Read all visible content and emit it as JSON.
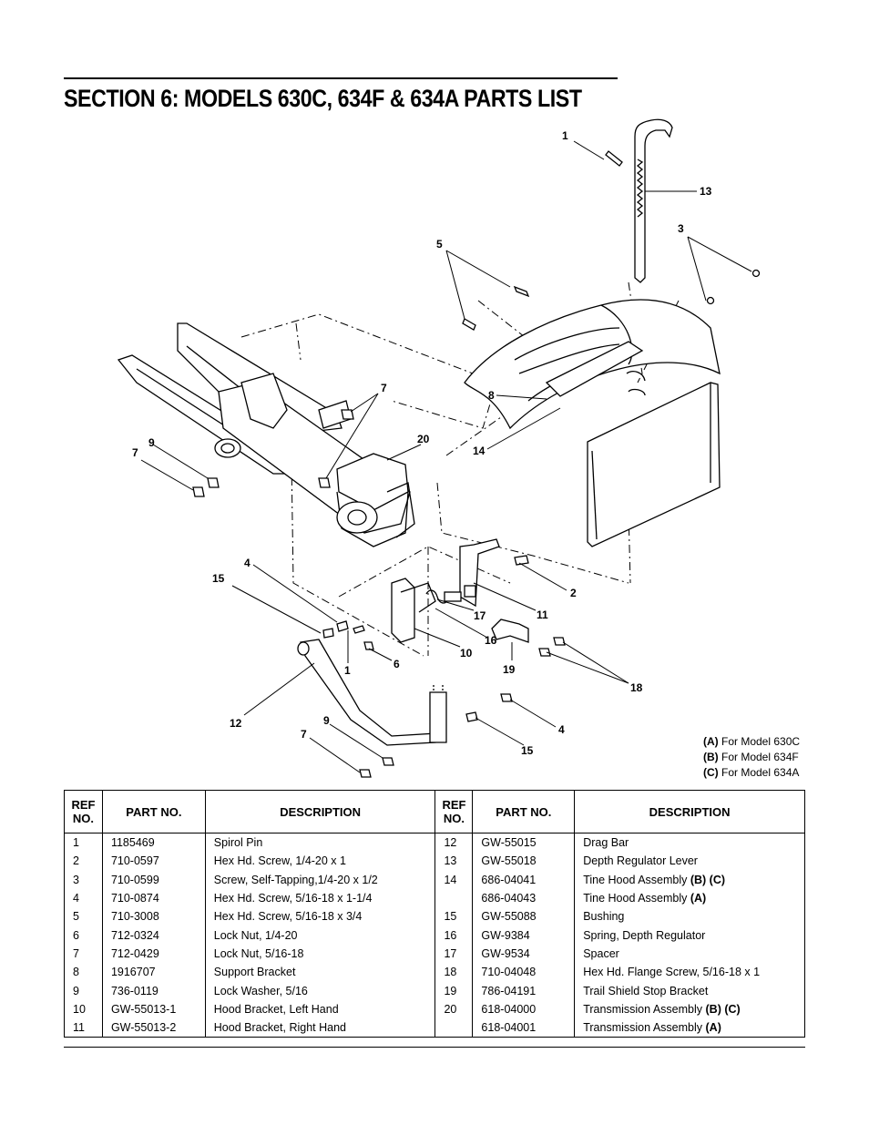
{
  "header": {
    "title": "SECTION 6:  MODELS 630C, 634F & 634A PARTS LIST"
  },
  "callouts": [
    {
      "id": "c1a",
      "text": "1"
    },
    {
      "id": "c13",
      "text": "13"
    },
    {
      "id": "c3",
      "text": "3"
    },
    {
      "id": "c5",
      "text": "5"
    },
    {
      "id": "c7a",
      "text": "7"
    },
    {
      "id": "c8",
      "text": "8"
    },
    {
      "id": "c14",
      "text": "14"
    },
    {
      "id": "c9a",
      "text": "9"
    },
    {
      "id": "c7b",
      "text": "7"
    },
    {
      "id": "c20",
      "text": "20"
    },
    {
      "id": "c4a",
      "text": "4"
    },
    {
      "id": "c15a",
      "text": "15"
    },
    {
      "id": "c2",
      "text": "2"
    },
    {
      "id": "c17",
      "text": "17"
    },
    {
      "id": "c11",
      "text": "11"
    },
    {
      "id": "c16",
      "text": "16"
    },
    {
      "id": "c10",
      "text": "10"
    },
    {
      "id": "c6",
      "text": "6"
    },
    {
      "id": "c1b",
      "text": "1"
    },
    {
      "id": "c19",
      "text": "19"
    },
    {
      "id": "c18",
      "text": "18"
    },
    {
      "id": "c12",
      "text": "12"
    },
    {
      "id": "c9b",
      "text": "9"
    },
    {
      "id": "c7c",
      "text": "7"
    },
    {
      "id": "c4b",
      "text": "4"
    },
    {
      "id": "c15b",
      "text": "15"
    }
  ],
  "legend": [
    {
      "code": "(A)",
      "text": " For Model 630C"
    },
    {
      "code": "(B)",
      "text": " For Model 634F"
    },
    {
      "code": "(C)",
      "text": " For Model 634A"
    }
  ],
  "table": {
    "headers": [
      "REF NO.",
      "PART NO.",
      "DESCRIPTION",
      "REF NO.",
      "PART NO.",
      "DESCRIPTION"
    ],
    "rows": [
      {
        "ref1": "1",
        "part1": "1185469",
        "desc1": "Spirol Pin",
        "ref2": "12",
        "part2": "GW-55015",
        "desc2": "Drag Bar",
        "codes2": ""
      },
      {
        "ref1": "2",
        "part1": "710-0597",
        "desc1": "Hex Hd. Screw, 1/4-20 x 1",
        "ref2": "13",
        "part2": "GW-55018",
        "desc2": "Depth Regulator Lever",
        "codes2": ""
      },
      {
        "ref1": "3",
        "part1": "710-0599",
        "desc1": "Screw, Self-Tapping,1/4-20 x 1/2",
        "ref2": "14",
        "part2": "686-04041",
        "desc2": "Tine Hood Assembly ",
        "codes2": "(B) (C)"
      },
      {
        "ref1": "4",
        "part1": "710-0874",
        "desc1": "Hex Hd. Screw, 5/16-18 x 1-1/4",
        "ref2": "",
        "part2": "686-04043",
        "desc2": "Tine Hood Assembly ",
        "codes2": "(A)"
      },
      {
        "ref1": "5",
        "part1": "710-3008",
        "desc1": "Hex Hd. Screw, 5/16-18 x 3/4",
        "ref2": "15",
        "part2": "GW-55088",
        "desc2": "Bushing",
        "codes2": ""
      },
      {
        "ref1": "6",
        "part1": "712-0324",
        "desc1": "Lock Nut, 1/4-20",
        "ref2": "16",
        "part2": "GW-9384",
        "desc2": "Spring, Depth Regulator",
        "codes2": ""
      },
      {
        "ref1": "7",
        "part1": "712-0429",
        "desc1": "Lock Nut, 5/16-18",
        "ref2": "17",
        "part2": "GW-9534",
        "desc2": "Spacer",
        "codes2": ""
      },
      {
        "ref1": "8",
        "part1": "1916707",
        "desc1": "Support Bracket",
        "ref2": "18",
        "part2": "710-04048",
        "desc2": "Hex Hd. Flange Screw, 5/16-18 x 1",
        "codes2": ""
      },
      {
        "ref1": "9",
        "part1": "736-0119",
        "desc1": "Lock Washer, 5/16",
        "ref2": "19",
        "part2": "786-04191",
        "desc2": "Trail Shield Stop Bracket",
        "codes2": ""
      },
      {
        "ref1": "10",
        "part1": "GW-55013-1",
        "desc1": "Hood Bracket, Left Hand",
        "ref2": "20",
        "part2": "618-04000",
        "desc2": "Transmission Assembly ",
        "codes2": "(B) (C)"
      },
      {
        "ref1": "11",
        "part1": "GW-55013-2",
        "desc1": "Hood Bracket, Right Hand",
        "ref2": "",
        "part2": "618-04001",
        "desc2": "Transmission Assembly ",
        "codes2": "(A)"
      }
    ]
  }
}
